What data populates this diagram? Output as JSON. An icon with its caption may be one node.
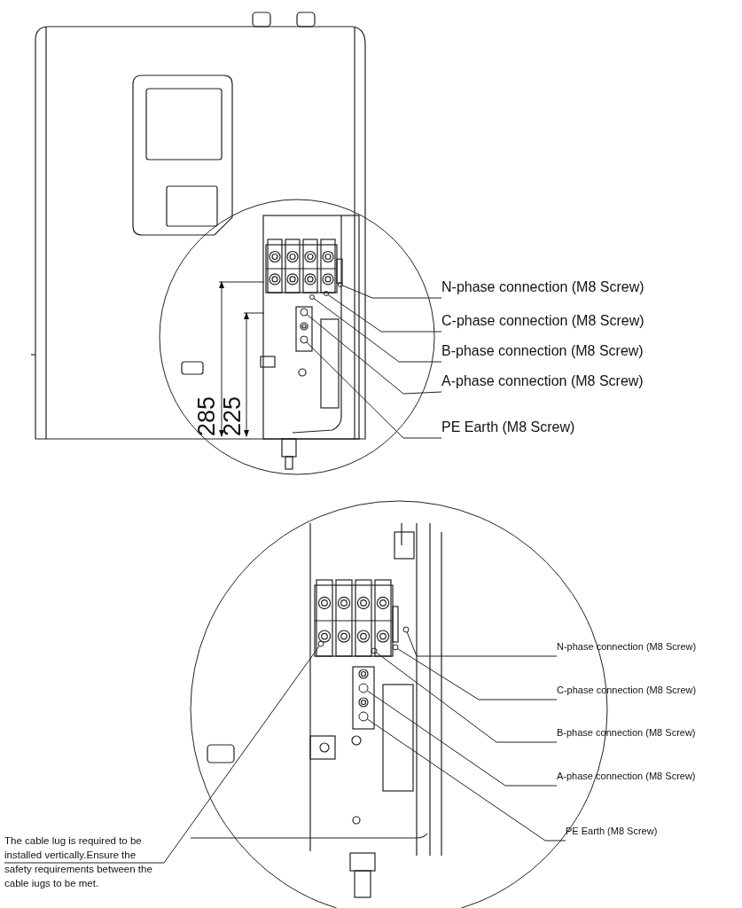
{
  "diagram": {
    "nodes": [
      {
        "text": [
          "N-phase connection (M8 Screw)"
        ]
      },
      {
        "text": [
          "C-phase connection (M8 Screw)"
        ]
      },
      {
        "text": [
          "B-phase connection (M8 Screw)"
        ]
      },
      {
        "text": [
          "A-phase connection (M8 Screw)"
        ]
      },
      {
        "text": [
          "PE Earth (M8 Screw)"
        ]
      },
      {
        "text": [
          "N-phase connection (M8 Screw)"
        ]
      },
      {
        "text": [
          "C-phase connection (M8 Screw)"
        ]
      },
      {
        "text": [
          "B-phase connection (M8 Screw)"
        ]
      },
      {
        "text": [
          "A-phase connection (M8 Screw)"
        ]
      },
      {
        "text": [
          "PE Earth (M8 Screw)"
        ]
      },
      {
        "text": [
          "The cable lug is required to be installed vertically.Ensure the safety requirements between the cable iugs to be met."
        ]
      },
      {
        "text": [],
        "shape": "circle"
      },
      {
        "text": [],
        "shape": "circle"
      },
      {
        "text": [],
        "shape": "circle"
      },
      {
        "text": [],
        "shape": "circle"
      },
      {
        "text": [],
        "shape": "circle"
      },
      {
        "text": [],
        "shape": "circle"
      },
      {
        "text": [],
        "shape": "circle"
      },
      {
        "text": [],
        "shape": "circle"
      },
      {
        "text": [],
        "shape": "circle"
      },
      {
        "text": [],
        "shape": "circle"
      },
      {
        "text": [],
        "shape": "circle"
      }
    ],
    "edges": [
      {
        "from": 0,
        "to": 11,
        "arrow": "none"
      },
      {
        "from": 1,
        "to": 12,
        "arrow": "none"
      },
      {
        "from": 2,
        "to": 13,
        "arrow": "none"
      },
      {
        "from": 3,
        "to": 14,
        "arrow": "none"
      },
      {
        "from": 4,
        "to": 15,
        "arrow": "none"
      },
      {
        "from": 5,
        "to": 16,
        "arrow": "none"
      },
      {
        "from": 6,
        "to": 17,
        "arrow": "none"
      },
      {
        "from": 7,
        "to": 18,
        "arrow": "none"
      },
      {
        "from": 8,
        "to": 19,
        "arrow": "none"
      },
      {
        "from": 9,
        "to": 20,
        "arrow": "none"
      },
      {
        "from": 10,
        "to": 21,
        "arrow": "none"
      }
    ],
    "labels": [
      "285",
      "225"
    ]
  }
}
